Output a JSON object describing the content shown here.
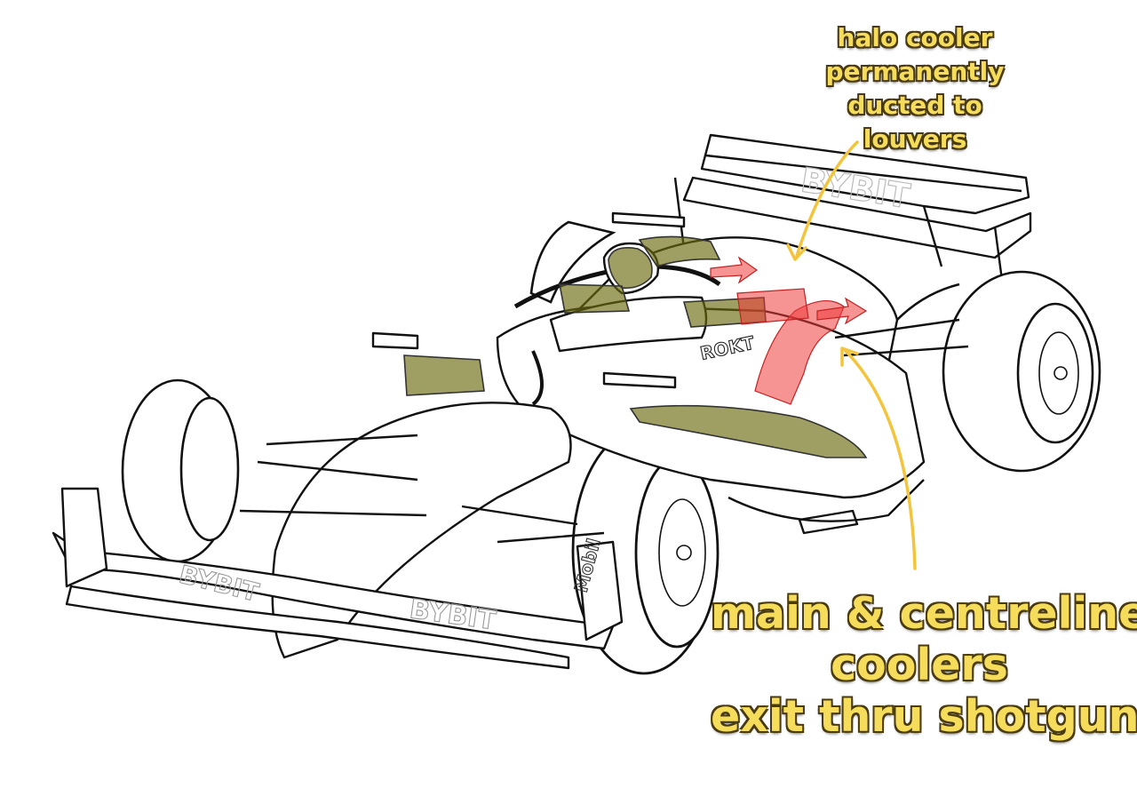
{
  "annotations": {
    "halo_cooler": {
      "lines": [
        "halo cooler",
        "permanently",
        "ducted to",
        "louvers"
      ]
    },
    "main_coolers": {
      "lines": [
        "main & centreline",
        "coolers",
        "exit thru shotgun"
      ]
    }
  },
  "livery_marks": {
    "bybit": "BYBIT",
    "rokt": "ROKT",
    "mobil": "Mobil"
  },
  "colors": {
    "annotation_text": "#f5dc5a",
    "annotation_outline": "#4a3a10",
    "arrow": "#f2c53d",
    "cooler_highlight": "#6b6b10",
    "airflow_highlight": "#ee3b3b",
    "line_art": "#111111",
    "background": "#ffffff"
  }
}
